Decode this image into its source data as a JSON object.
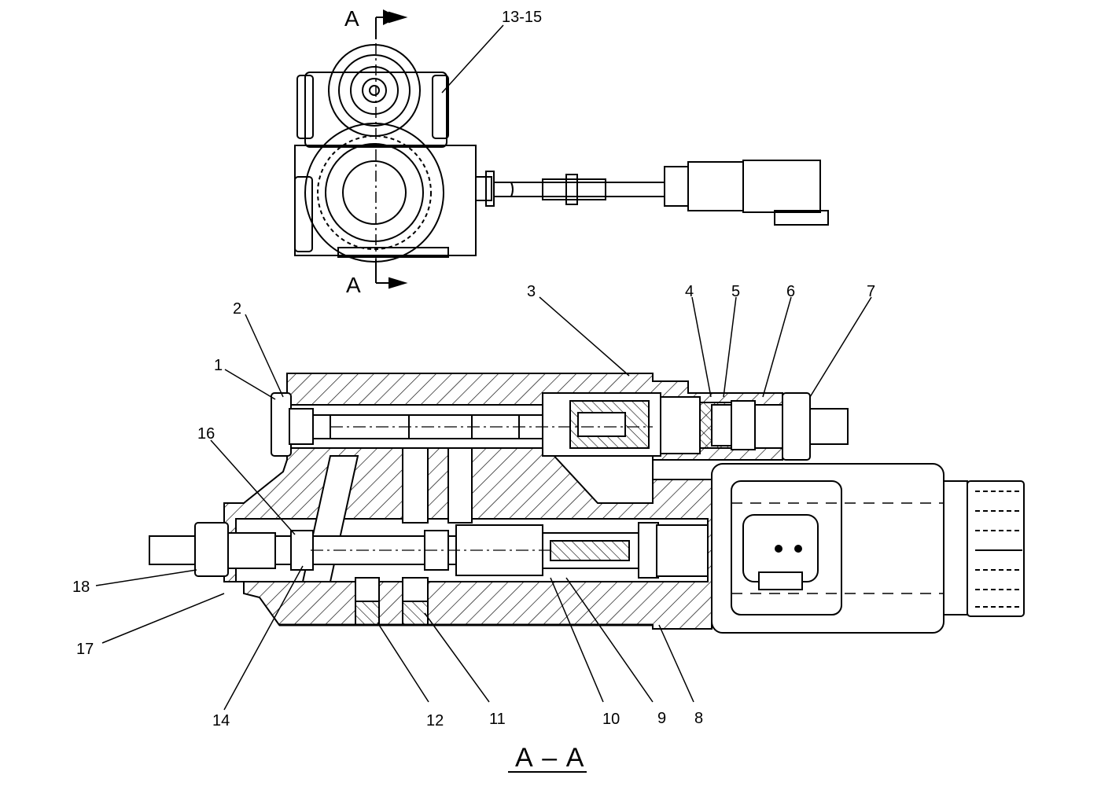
{
  "top_view": {
    "section_marker_top": "A",
    "section_marker_bottom": "A",
    "callout": "13-15"
  },
  "callouts": {
    "c1": "1",
    "c2": "2",
    "c3": "3",
    "c4": "4",
    "c5": "5",
    "c6": "6",
    "c7": "7",
    "c8": "8",
    "c9": "9",
    "c10": "10",
    "c11": "11",
    "c12": "12",
    "c14": "14",
    "c16": "16",
    "c17": "17",
    "c18": "18"
  },
  "section_title": "A – A",
  "colors": {
    "line": "#000000",
    "background": "#ffffff"
  }
}
